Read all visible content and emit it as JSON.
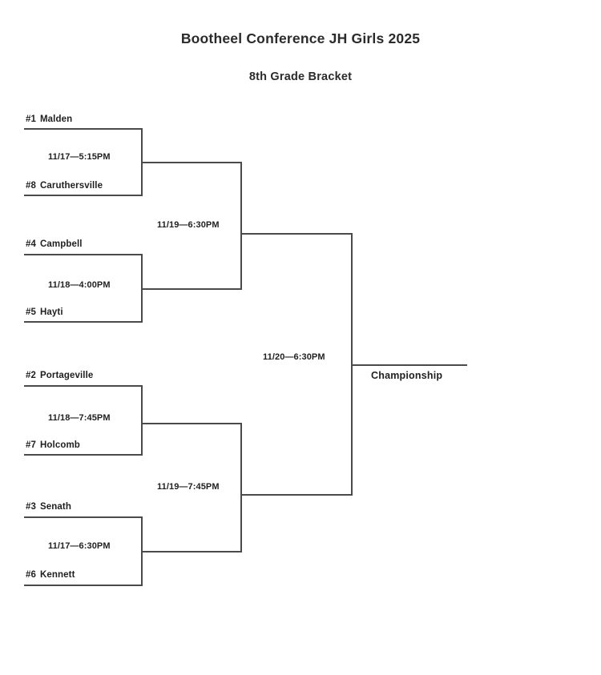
{
  "header": {
    "title": "Bootheel Conference JH Girls 2025",
    "subtitle": "8th Grade Bracket"
  },
  "bracket": {
    "championship_label": "Championship",
    "round1": [
      {
        "top_seed": "#1",
        "top_team": "Malden",
        "bottom_seed": "#8",
        "bottom_team": "Caruthersville",
        "time": "11/17—5:15PM"
      },
      {
        "top_seed": "#4",
        "top_team": "Campbell",
        "bottom_seed": "#5",
        "bottom_team": "Hayti",
        "time": "11/18—4:00PM"
      },
      {
        "top_seed": "#2",
        "top_team": "Portageville",
        "bottom_seed": "#7",
        "bottom_team": "Holcomb",
        "time": "11/18—7:45PM"
      },
      {
        "top_seed": "#3",
        "top_team": "Senath",
        "bottom_seed": "#6",
        "bottom_team": "Kennett",
        "time": "11/17—6:30PM"
      }
    ],
    "round2": [
      {
        "time": "11/19—6:30PM"
      },
      {
        "time": "11/19—7:45PM"
      }
    ],
    "round3": [
      {
        "time": "11/20—6:30PM"
      }
    ]
  },
  "colors": {
    "line": "#4a4a4a",
    "text": "#1f1f1f",
    "background": "#ffffff"
  }
}
